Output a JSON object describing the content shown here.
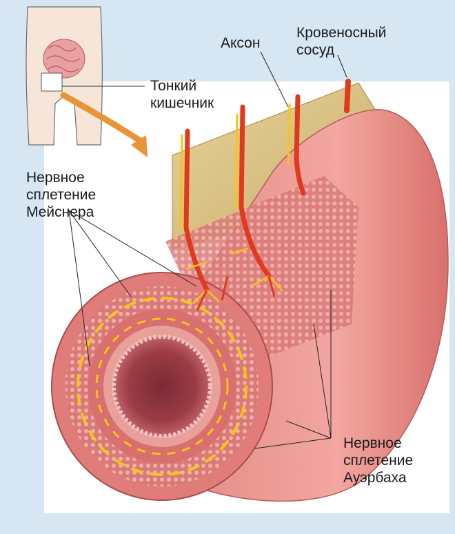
{
  "labels": {
    "blood_vessel": "Кровеносный\nсосуд",
    "axon": "Аксон",
    "small_intestine": "Тонкий\nкишечник",
    "meissner_plexus": "Нервное\nсплетение\nМейснера",
    "auerbach_plexus": "Нервное\nсплетение\nАуэрбаха"
  },
  "colors": {
    "frame_background": "#d6e6f2",
    "tissue_pink": "#e88a8a",
    "tissue_dark": "#c85a5a",
    "vessel_red": "#e03a1c",
    "nerve_yellow": "#f5c518",
    "mesentery_tan": "#d9c48a",
    "arrow_orange": "#e8953a"
  }
}
